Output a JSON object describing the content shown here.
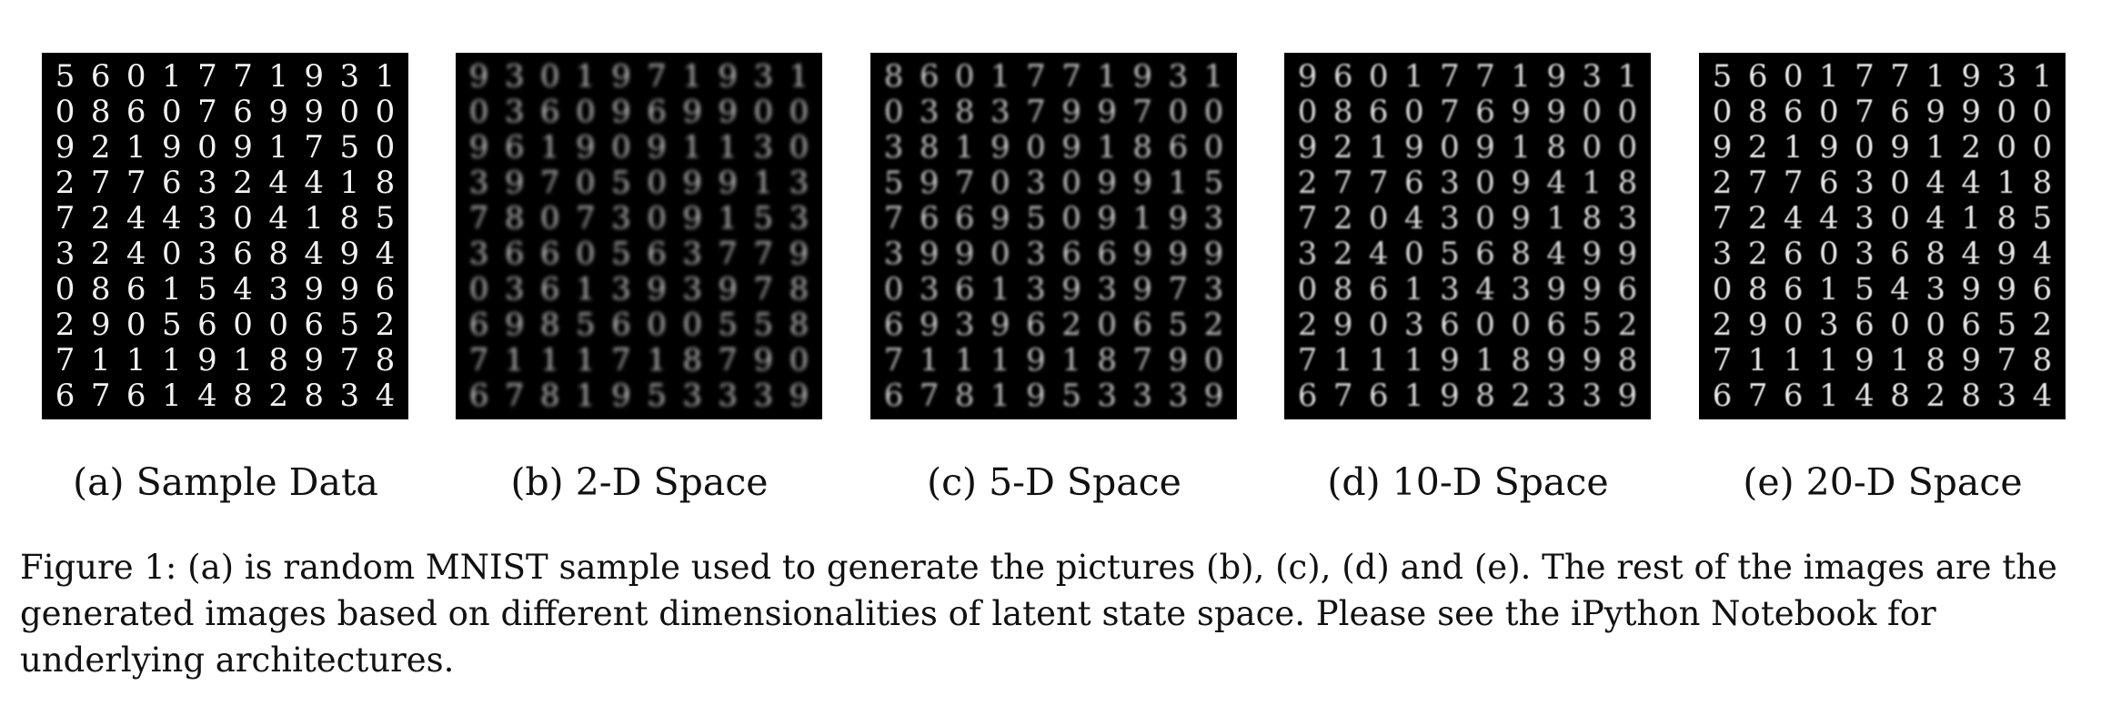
{
  "panels": [
    {
      "id": "a",
      "caption": "(a) Sample Data",
      "digits": [
        "5601771931",
        "0860769900",
        "9219091750",
        "2776324418",
        "7244304185",
        "3240368494",
        "0861543996",
        "2905600652",
        "7111918978",
        "6761482834"
      ]
    },
    {
      "id": "b",
      "caption": "(b) 2-D Space",
      "digits": [
        "9301971931",
        "0360969900",
        "9619091130",
        "3970509913",
        "7807309153",
        "3660563779",
        "0361393978",
        "6985600558",
        "7111718790",
        "6781953339"
      ]
    },
    {
      "id": "c",
      "caption": "(c) 5-D Space",
      "digits": [
        "8601771931",
        "0383799700",
        "3819091860",
        "5970309915",
        "7669509193",
        "3990366999",
        "0361393973",
        "6939620652",
        "7111918790",
        "6781953339"
      ]
    },
    {
      "id": "d",
      "caption": "(d) 10-D Space",
      "digits": [
        "9601771931",
        "0860769900",
        "9219091800",
        "2776309418",
        "7204309183",
        "3240568499",
        "0861343996",
        "2903600652",
        "7111918998",
        "6761982339"
      ]
    },
    {
      "id": "e",
      "caption": "(e) 20-D Space",
      "digits": [
        "5601771931",
        "0860769900",
        "9219091200",
        "2776304418",
        "7244304185",
        "3260368494",
        "0861543996",
        "2903600652",
        "7111918978",
        "6761482834"
      ]
    }
  ],
  "figure_caption": "Figure 1: (a) is random MNIST sample used to generate the pictures (b), (c), (d) and (e). The rest of the images are the generated images based on different dimensionalities of latent state space. Please see the iPython Notebook for underlying architectures."
}
